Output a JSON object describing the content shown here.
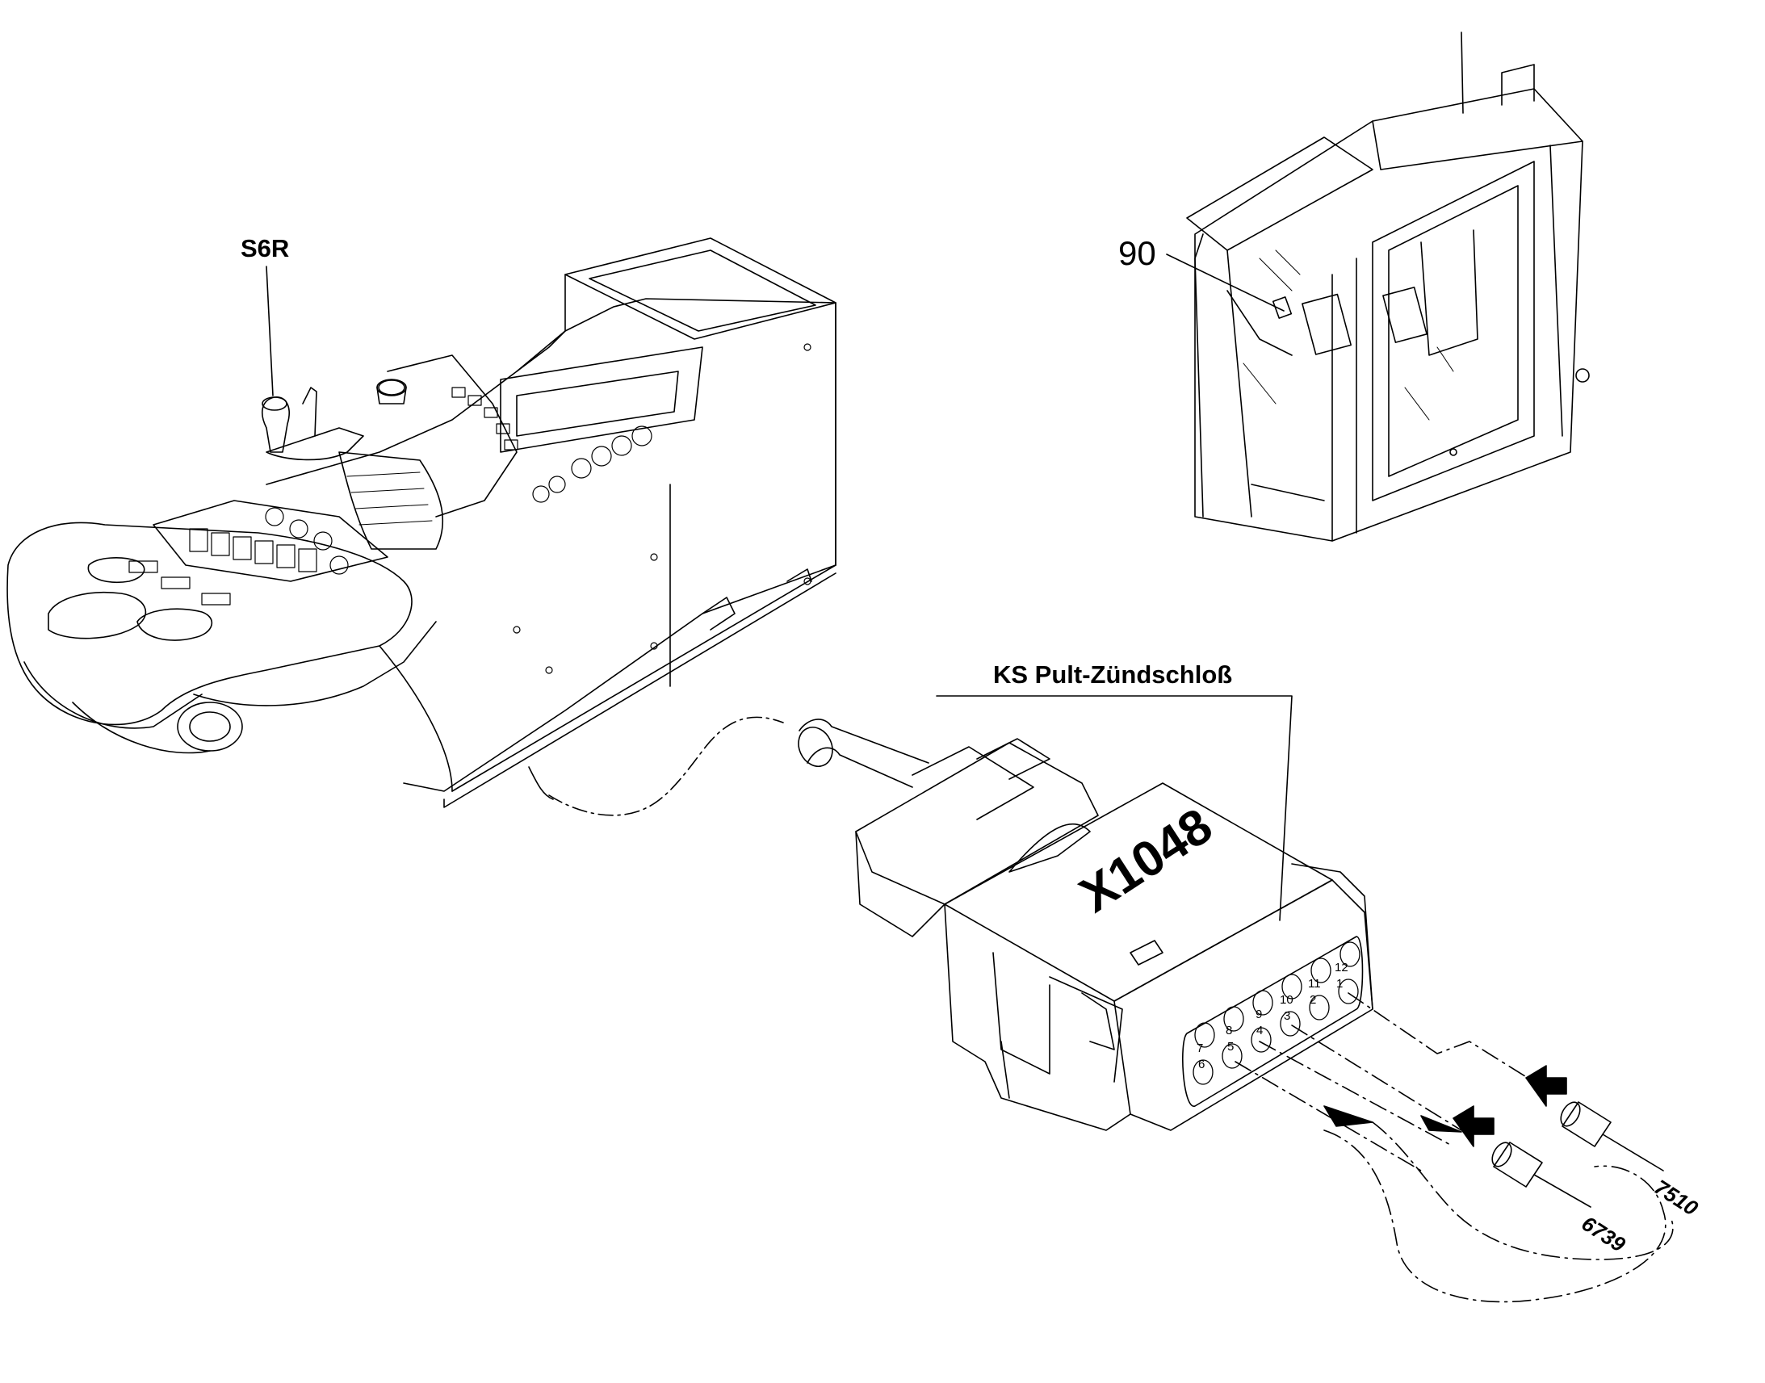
{
  "labels": {
    "s6r": "S6R",
    "cab_item": "90",
    "connector_title": "KS Pult-Zündschloß",
    "connector_id": "X1048"
  },
  "wires": [
    {
      "id": "7510"
    },
    {
      "id": "6739"
    }
  ],
  "pins": {
    "top_row": [
      "12",
      "11",
      "10",
      "9",
      "8",
      "7"
    ],
    "bottom_row": [
      "1",
      "2",
      "3",
      "4",
      "5",
      "6"
    ]
  },
  "colors": {
    "line": "#000000",
    "background": "#ffffff"
  }
}
